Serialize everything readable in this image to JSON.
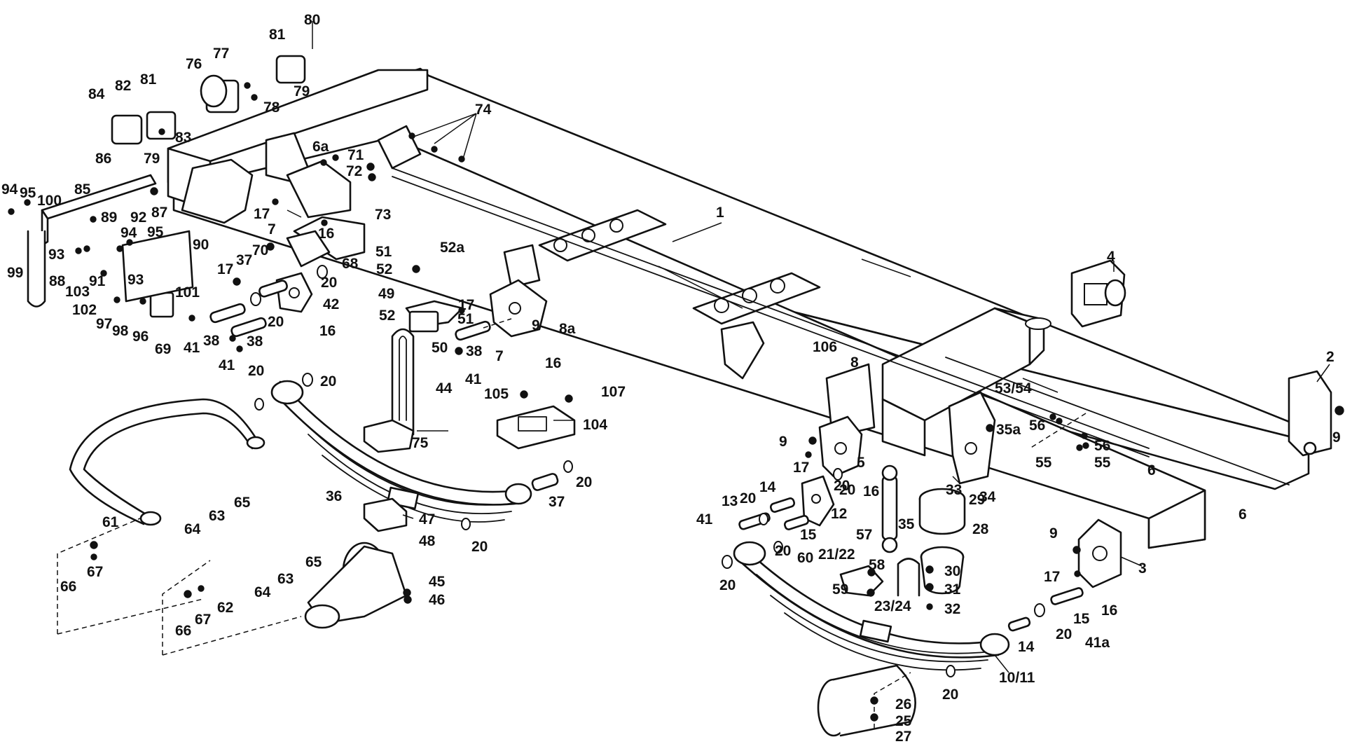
{
  "callouts": [
    {
      "id": "c1",
      "text": "1"
    },
    {
      "id": "c2",
      "text": "2"
    },
    {
      "id": "c3",
      "text": "3"
    },
    {
      "id": "c4",
      "text": "4"
    },
    {
      "id": "c5",
      "text": "5"
    },
    {
      "id": "c6a",
      "text": "6a"
    },
    {
      "id": "c6b",
      "text": "6"
    },
    {
      "id": "c6c",
      "text": "6"
    },
    {
      "id": "c7a",
      "text": "7"
    },
    {
      "id": "c7b",
      "text": "7"
    },
    {
      "id": "c8",
      "text": "8"
    },
    {
      "id": "c8a",
      "text": "8a"
    },
    {
      "id": "c9a",
      "text": "9"
    },
    {
      "id": "c9b",
      "text": "9"
    },
    {
      "id": "c9c",
      "text": "9"
    },
    {
      "id": "c9d",
      "text": "9"
    },
    {
      "id": "c1011",
      "text": "10/11"
    },
    {
      "id": "c12",
      "text": "12"
    },
    {
      "id": "c13",
      "text": "13"
    },
    {
      "id": "c14a",
      "text": "14"
    },
    {
      "id": "c14b",
      "text": "14"
    },
    {
      "id": "c15a",
      "text": "15"
    },
    {
      "id": "c15b",
      "text": "15"
    },
    {
      "id": "c16a",
      "text": "16"
    },
    {
      "id": "c16b",
      "text": "16"
    },
    {
      "id": "c16c",
      "text": "16"
    },
    {
      "id": "c16d",
      "text": "16"
    },
    {
      "id": "c16e",
      "text": "16"
    },
    {
      "id": "c17a",
      "text": "17"
    },
    {
      "id": "c17b",
      "text": "17"
    },
    {
      "id": "c17c",
      "text": "17"
    },
    {
      "id": "c17d",
      "text": "17"
    },
    {
      "id": "c17e",
      "text": "17"
    },
    {
      "id": "c20a",
      "text": "20"
    },
    {
      "id": "c20b",
      "text": "20"
    },
    {
      "id": "c20c",
      "text": "20"
    },
    {
      "id": "c20d",
      "text": "20"
    },
    {
      "id": "c20e",
      "text": "20"
    },
    {
      "id": "c20f",
      "text": "20"
    },
    {
      "id": "c20g",
      "text": "20"
    },
    {
      "id": "c20h",
      "text": "20"
    },
    {
      "id": "c20i",
      "text": "20"
    },
    {
      "id": "c20j",
      "text": "20"
    },
    {
      "id": "c20k",
      "text": "20"
    },
    {
      "id": "c20l",
      "text": "20"
    },
    {
      "id": "c20m",
      "text": "20"
    },
    {
      "id": "c2122",
      "text": "21/22"
    },
    {
      "id": "c2324",
      "text": "23/24"
    },
    {
      "id": "c25",
      "text": "25"
    },
    {
      "id": "c26",
      "text": "26"
    },
    {
      "id": "c27",
      "text": "27"
    },
    {
      "id": "c28",
      "text": "28"
    },
    {
      "id": "c29",
      "text": "29"
    },
    {
      "id": "c30",
      "text": "30"
    },
    {
      "id": "c31",
      "text": "31"
    },
    {
      "id": "c32",
      "text": "32"
    },
    {
      "id": "c33",
      "text": "33"
    },
    {
      "id": "c34",
      "text": "34"
    },
    {
      "id": "c35",
      "text": "35"
    },
    {
      "id": "c35a",
      "text": "35a"
    },
    {
      "id": "c36",
      "text": "36"
    },
    {
      "id": "c37a",
      "text": "37"
    },
    {
      "id": "c37b",
      "text": "37"
    },
    {
      "id": "c38a",
      "text": "38"
    },
    {
      "id": "c38b",
      "text": "38"
    },
    {
      "id": "c38c",
      "text": "38"
    },
    {
      "id": "c41a",
      "text": "41"
    },
    {
      "id": "c41b",
      "text": "41"
    },
    {
      "id": "c41c",
      "text": "41"
    },
    {
      "id": "c41d",
      "text": "41"
    },
    {
      "id": "c41e",
      "text": "41a"
    },
    {
      "id": "c42",
      "text": "42"
    },
    {
      "id": "c44",
      "text": "44"
    },
    {
      "id": "c45",
      "text": "45"
    },
    {
      "id": "c46",
      "text": "46"
    },
    {
      "id": "c47",
      "text": "47"
    },
    {
      "id": "c48",
      "text": "48"
    },
    {
      "id": "c49",
      "text": "49"
    },
    {
      "id": "c50",
      "text": "50"
    },
    {
      "id": "c51a",
      "text": "51"
    },
    {
      "id": "c51b",
      "text": "51"
    },
    {
      "id": "c52a",
      "text": "52"
    },
    {
      "id": "c52b",
      "text": "52a"
    },
    {
      "id": "c52c",
      "text": "52"
    },
    {
      "id": "c5354",
      "text": "53/54"
    },
    {
      "id": "c55a",
      "text": "55"
    },
    {
      "id": "c55b",
      "text": "55"
    },
    {
      "id": "c56a",
      "text": "56"
    },
    {
      "id": "c56b",
      "text": "56"
    },
    {
      "id": "c57",
      "text": "57"
    },
    {
      "id": "c58",
      "text": "58"
    },
    {
      "id": "c59",
      "text": "59"
    },
    {
      "id": "c60",
      "text": "60"
    },
    {
      "id": "c61",
      "text": "61"
    },
    {
      "id": "c62",
      "text": "62"
    },
    {
      "id": "c63a",
      "text": "63"
    },
    {
      "id": "c63b",
      "text": "63"
    },
    {
      "id": "c64a",
      "text": "64"
    },
    {
      "id": "c64b",
      "text": "64"
    },
    {
      "id": "c65a",
      "text": "65"
    },
    {
      "id": "c65b",
      "text": "65"
    },
    {
      "id": "c66a",
      "text": "66"
    },
    {
      "id": "c66b",
      "text": "66"
    },
    {
      "id": "c67a",
      "text": "67"
    },
    {
      "id": "c67b",
      "text": "67"
    },
    {
      "id": "c68",
      "text": "68"
    },
    {
      "id": "c69",
      "text": "69"
    },
    {
      "id": "c70",
      "text": "70"
    },
    {
      "id": "c71",
      "text": "71"
    },
    {
      "id": "c72",
      "text": "72"
    },
    {
      "id": "c73",
      "text": "73"
    },
    {
      "id": "c74",
      "text": "74"
    },
    {
      "id": "c75",
      "text": "75"
    },
    {
      "id": "c76",
      "text": "76"
    },
    {
      "id": "c77",
      "text": "77"
    },
    {
      "id": "c78",
      "text": "78"
    },
    {
      "id": "c79a",
      "text": "79"
    },
    {
      "id": "c79b",
      "text": "79"
    },
    {
      "id": "c80",
      "text": "80"
    },
    {
      "id": "c81a",
      "text": "81"
    },
    {
      "id": "c81b",
      "text": "81"
    },
    {
      "id": "c82",
      "text": "82"
    },
    {
      "id": "c83",
      "text": "83"
    },
    {
      "id": "c84",
      "text": "84"
    },
    {
      "id": "c85",
      "text": "85"
    },
    {
      "id": "c86",
      "text": "86"
    },
    {
      "id": "c87",
      "text": "87"
    },
    {
      "id": "c88",
      "text": "88"
    },
    {
      "id": "c89",
      "text": "89"
    },
    {
      "id": "c90",
      "text": "90"
    },
    {
      "id": "c91",
      "text": "91"
    },
    {
      "id": "c92",
      "text": "92"
    },
    {
      "id": "c93a",
      "text": "93"
    },
    {
      "id": "c93b",
      "text": "93"
    },
    {
      "id": "c94a",
      "text": "94"
    },
    {
      "id": "c94b",
      "text": "94"
    },
    {
      "id": "c95a",
      "text": "95"
    },
    {
      "id": "c95b",
      "text": "95"
    },
    {
      "id": "c96",
      "text": "96"
    },
    {
      "id": "c97",
      "text": "97"
    },
    {
      "id": "c98",
      "text": "98"
    },
    {
      "id": "c99",
      "text": "99"
    },
    {
      "id": "c100",
      "text": "100"
    },
    {
      "id": "c101",
      "text": "101"
    },
    {
      "id": "c102",
      "text": "102"
    },
    {
      "id": "c103",
      "text": "103"
    },
    {
      "id": "c104",
      "text": "104"
    },
    {
      "id": "c105",
      "text": "105"
    },
    {
      "id": "c106",
      "text": "106"
    },
    {
      "id": "c107",
      "text": "107"
    }
  ]
}
